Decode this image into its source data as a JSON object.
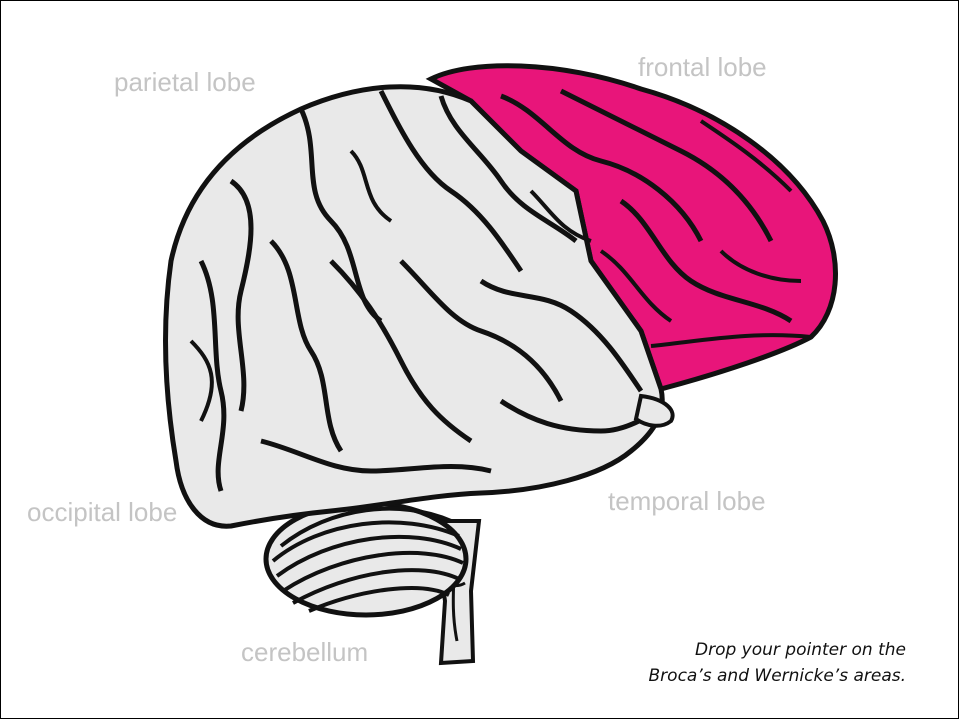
{
  "labels": {
    "parietal": "parietal lobe",
    "frontal": "frontal lobe",
    "occipital": "occipital lobe",
    "temporal": "temporal lobe",
    "cerebellum": "cerebellum"
  },
  "instruction": {
    "line1": "Drop your pointer on the",
    "line2": "Broca’s and Wernicke’s areas."
  },
  "colors": {
    "frontal_lobe": "#e8157a",
    "brain_gray": "#e9e9e9",
    "outline": "#111111",
    "label_gray": "#c4c4c4"
  }
}
